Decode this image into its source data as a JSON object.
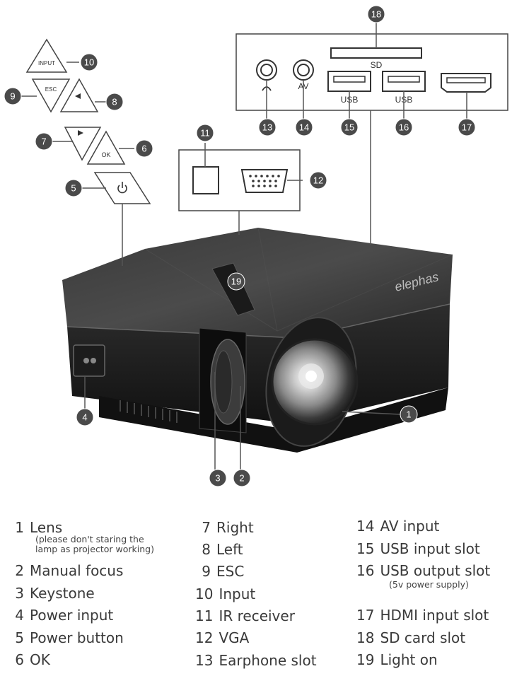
{
  "port_labels": {
    "sd": "SD",
    "av": "AV",
    "usb_in": "USB",
    "usb_out": "USB"
  },
  "button_labels": {
    "input": "INPUT",
    "esc": "ESC",
    "ok": "OK"
  },
  "brand": "elephas",
  "callout_numbers": [
    "1",
    "2",
    "3",
    "4",
    "5",
    "6",
    "7",
    "8",
    "9",
    "10",
    "11",
    "12",
    "13",
    "14",
    "15",
    "16",
    "17",
    "18",
    "19"
  ],
  "legend": {
    "col1": [
      {
        "num": "1",
        "label": "Lens",
        "note": "(please don't staring the lamp as projector working)",
        "note_lines": [
          "(please don't staring the",
          "lamp as projector working)"
        ]
      },
      {
        "num": "2",
        "label": "Manual focus"
      },
      {
        "num": "3",
        "label": "Keystone"
      },
      {
        "num": "4",
        "label": "Power input"
      },
      {
        "num": "5",
        "label": "Power button"
      },
      {
        "num": "6",
        "label": "OK"
      }
    ],
    "col2": [
      {
        "num": "7",
        "label": "Right"
      },
      {
        "num": "8",
        "label": "Left"
      },
      {
        "num": "9",
        "label": "ESC"
      },
      {
        "num": "10",
        "label": "Input"
      },
      {
        "num": "11",
        "label": "IR receiver"
      },
      {
        "num": "12",
        "label": "VGA"
      },
      {
        "num": "13",
        "label": "Earphone slot"
      }
    ],
    "col3": [
      {
        "num": "14",
        "label": "AV input"
      },
      {
        "num": "15",
        "label": "USB input slot"
      },
      {
        "num": "16",
        "label": "USB output slot",
        "note": "(5v power supply)"
      },
      {
        "num": "17",
        "label": "HDMI input slot"
      },
      {
        "num": "18",
        "label": "SD card slot"
      },
      {
        "num": "19",
        "label": "Light on"
      }
    ]
  },
  "colors": {
    "callout_fill": "#4a4a4a",
    "callout_text": "#ffffff",
    "line": "#555555",
    "body_dark": "#222222"
  }
}
